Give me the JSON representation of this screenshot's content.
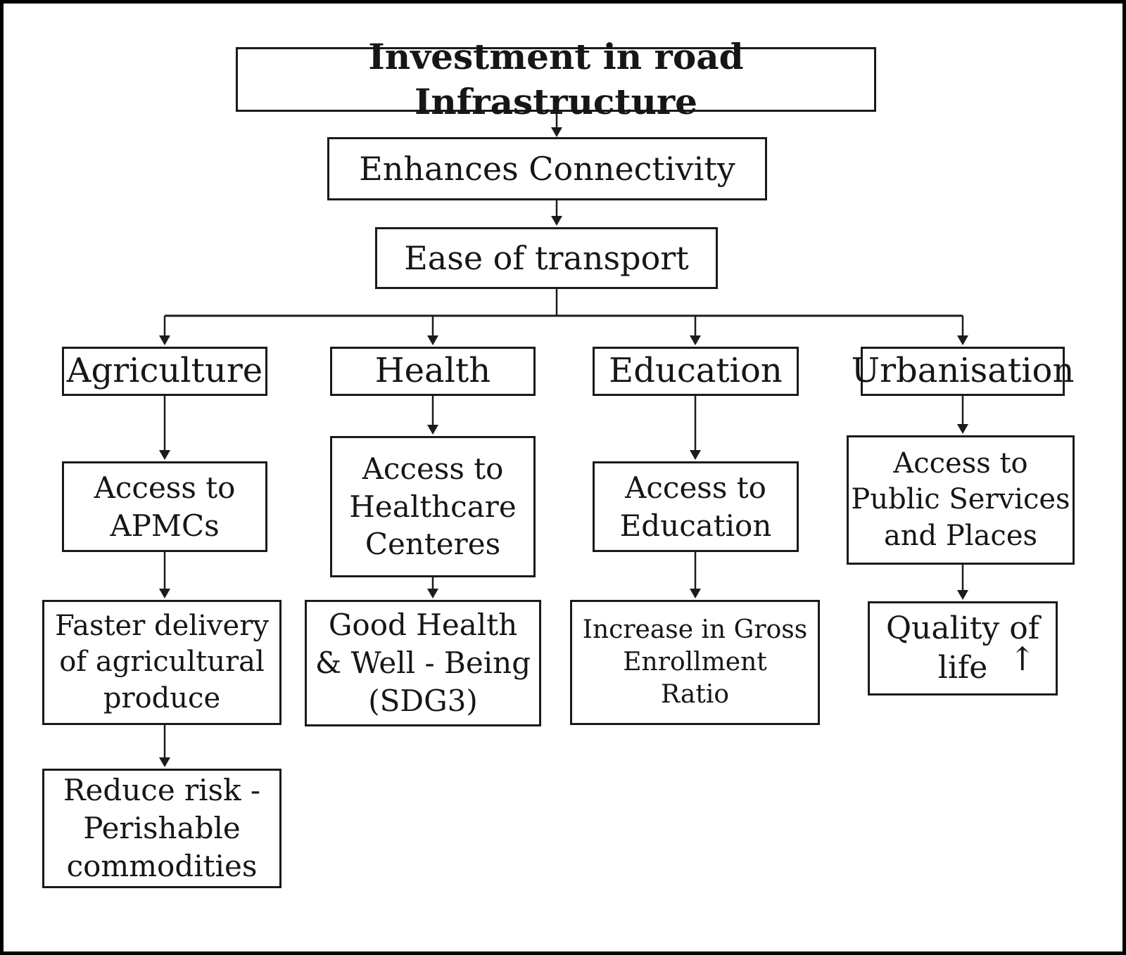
{
  "diagram": {
    "title": "Investment in road Infrastructure",
    "levels": {
      "enhances": "Enhances Connectivity",
      "ease": "Ease of transport"
    },
    "branches": {
      "agriculture": {
        "label": "Agriculture",
        "outcome1": "Access to\nAPMCs",
        "outcome2": "Faster delivery\nof agricultural\nproduce",
        "outcome3": "Reduce risk -\nPerishable\ncommodities"
      },
      "health": {
        "label": "Health",
        "outcome1": "Access to\nHealthcare\nCenteres",
        "outcome2": "Good Health\n& Well - Being\n(SDG3)"
      },
      "education": {
        "label": "Education",
        "outcome1": "Access to\nEducation",
        "outcome2": "Increase in Gross\nEnrollment\nRatio"
      },
      "urbanisation": {
        "label": "Urbanisation",
        "outcome1": "Access to\nPublic Services\nand Places",
        "outcome2": "Quality of\nlife",
        "outcome2_icon": "↑"
      }
    }
  }
}
